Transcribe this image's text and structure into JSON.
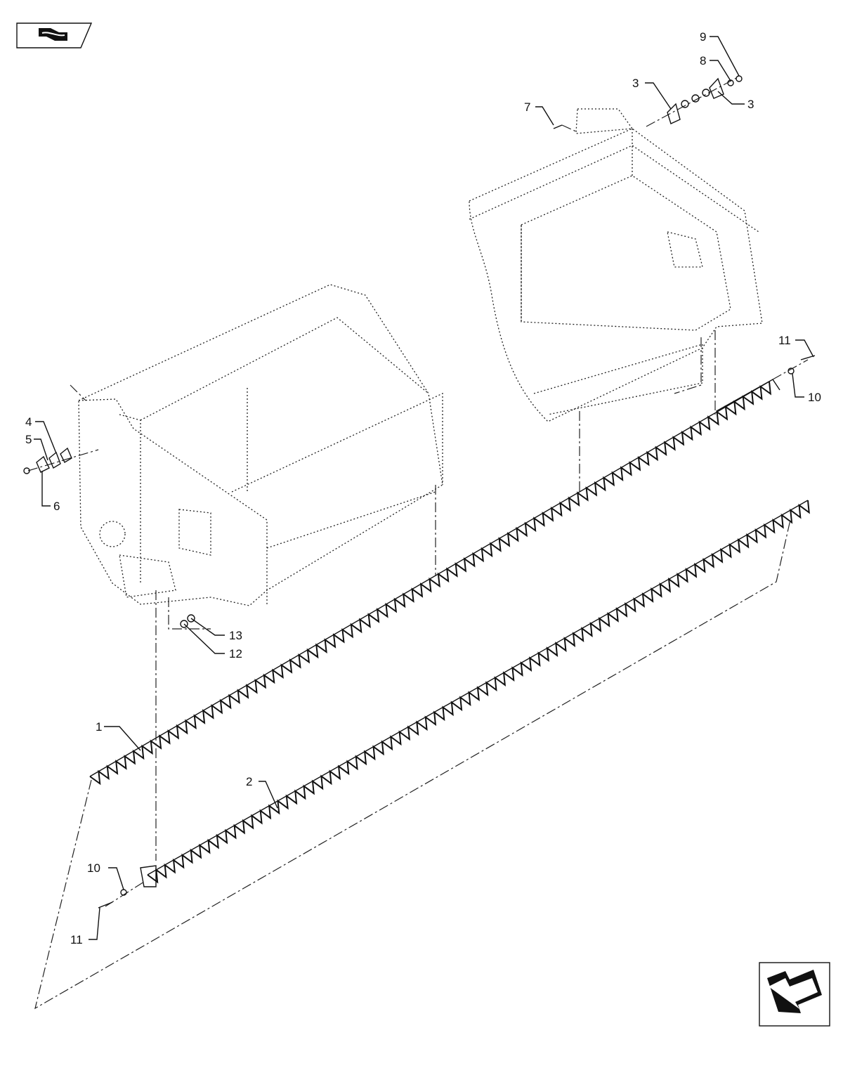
{
  "callouts": [
    "1",
    "2",
    "3",
    "3",
    "4",
    "5",
    "6",
    "7",
    "8",
    "9",
    "10",
    "10",
    "11",
    "11",
    "12",
    "13"
  ],
  "icons": {
    "top_left": "drawing-reference-icon",
    "bottom_right": "next-page-arrow-icon"
  },
  "colors": {
    "line": "#111111",
    "background": "#ffffff"
  }
}
